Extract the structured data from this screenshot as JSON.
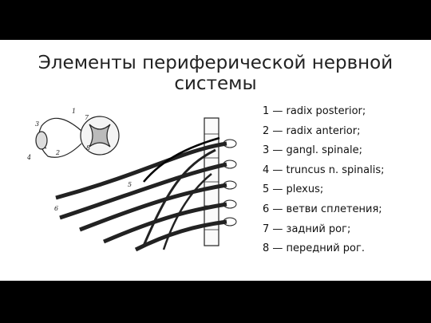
{
  "slide": {
    "title": "Элементы периферической нервной системы",
    "legend": [
      "1 — radix posterior;",
      "2 — radix anterior;",
      "3 — gangl. spinale;",
      "4 — truncus n. spinalis;",
      "5 — plexus;",
      "6 — ветви сплетения;",
      "7 — задний рог;",
      "8 — передний рог."
    ],
    "figure_labels": {
      "l1": "1",
      "l2": "2",
      "l3": "3",
      "l4": "4",
      "l5": "5",
      "l6": "6",
      "l7": "7",
      "l8": "8"
    }
  }
}
